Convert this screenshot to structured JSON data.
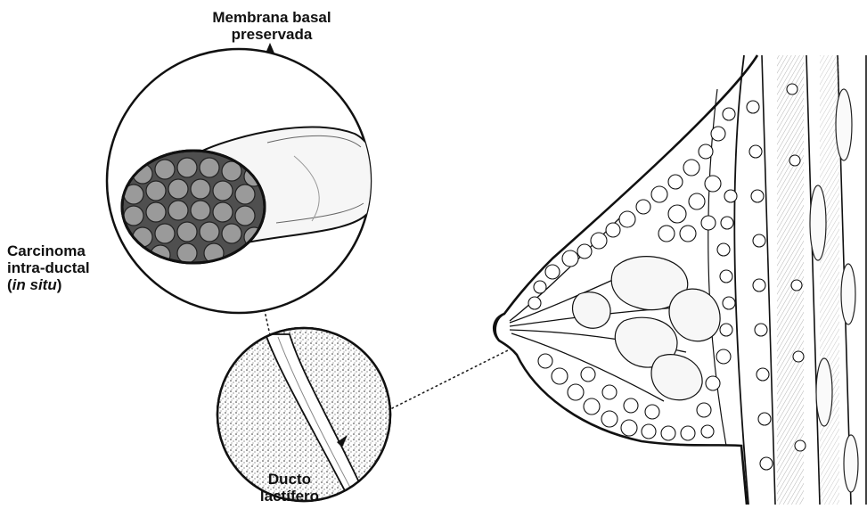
{
  "labels": {
    "basal_membrane": {
      "line1": "Membrana basal",
      "line2": "preservada"
    },
    "carcinoma": {
      "line1": "Carcinoma",
      "line2": "intra-ductal",
      "line3_open": "(",
      "line3_italic": "in situ",
      "line3_close": ")"
    },
    "duct": {
      "line1": "Ducto",
      "line2": "lactífero"
    }
  },
  "colors": {
    "ink": "#111111",
    "tissue_fill": "#f4f4f4",
    "tumor_fill": "#5a5a5a",
    "background": "#ffffff"
  }
}
